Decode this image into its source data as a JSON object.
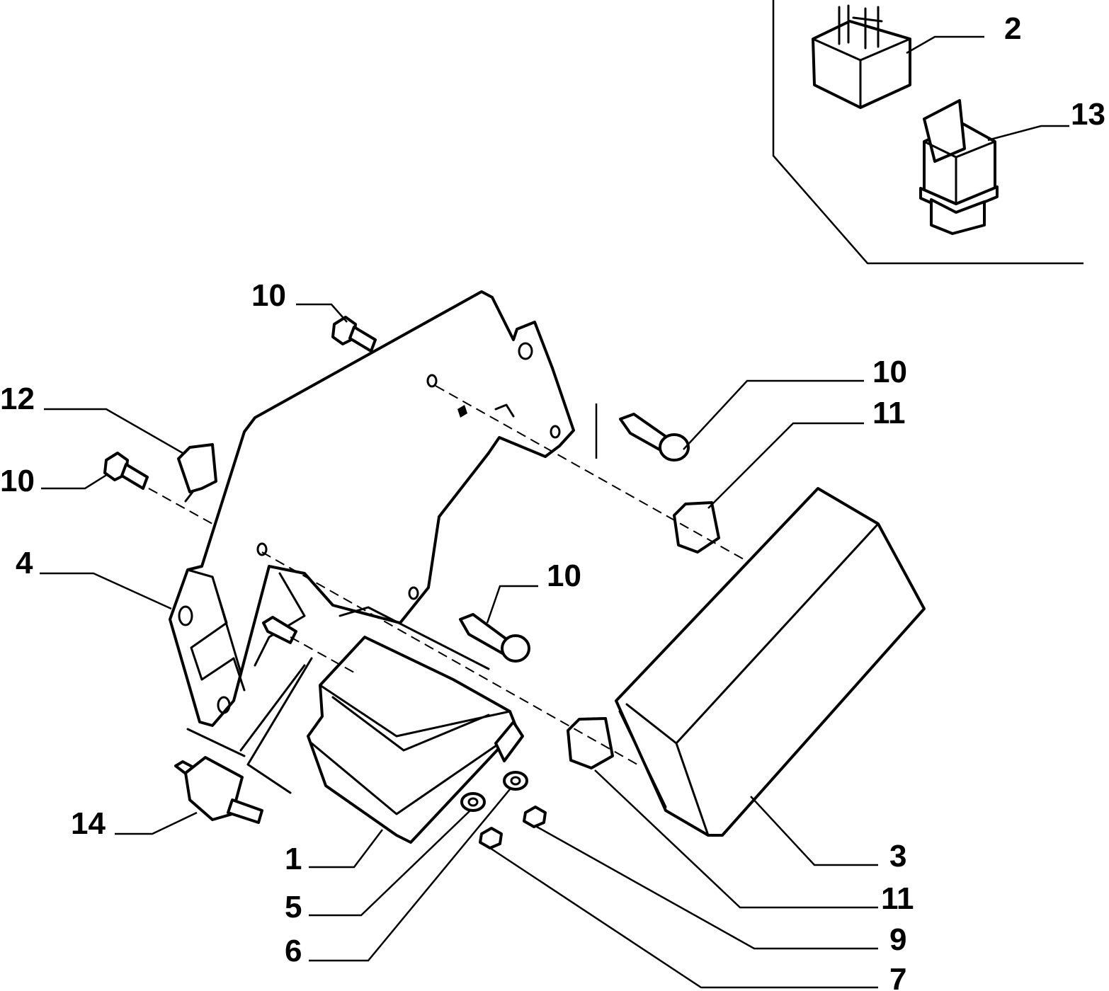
{
  "diagram": {
    "callouts": [
      {
        "id": "c-2",
        "text": "2"
      },
      {
        "id": "c-13",
        "text": "13"
      },
      {
        "id": "c-10a",
        "text": "10"
      },
      {
        "id": "c-12",
        "text": "12"
      },
      {
        "id": "c-10b",
        "text": "10"
      },
      {
        "id": "c-10c",
        "text": "10"
      },
      {
        "id": "c-11a",
        "text": "11"
      },
      {
        "id": "c-4",
        "text": "4"
      },
      {
        "id": "c-10d",
        "text": "10"
      },
      {
        "id": "c-14",
        "text": "14"
      },
      {
        "id": "c-1",
        "text": "1"
      },
      {
        "id": "c-3",
        "text": "3"
      },
      {
        "id": "c-11b",
        "text": "11"
      },
      {
        "id": "c-5",
        "text": "5"
      },
      {
        "id": "c-9",
        "text": "9"
      },
      {
        "id": "c-6",
        "text": "6"
      },
      {
        "id": "c-7",
        "text": "7"
      }
    ]
  }
}
